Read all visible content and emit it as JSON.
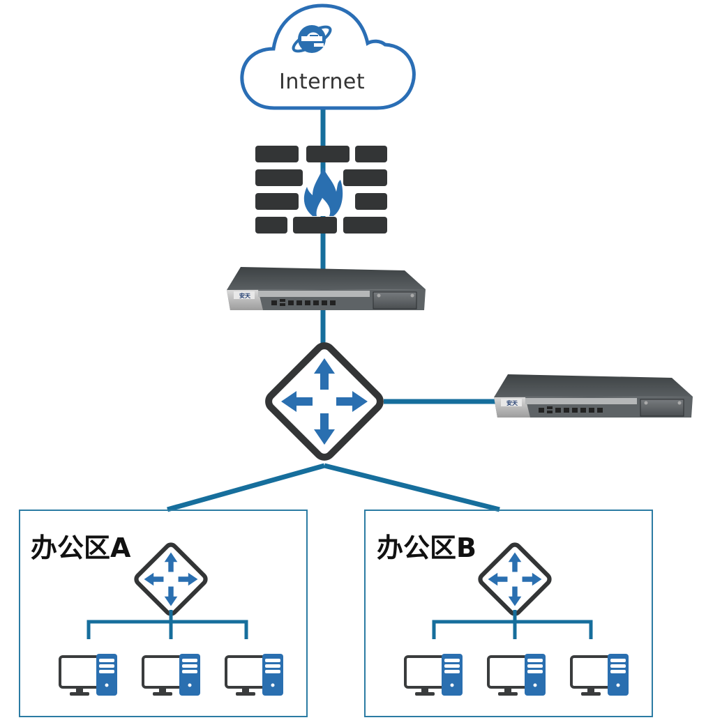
{
  "diagram": {
    "type": "network-topology",
    "colors": {
      "link": "#166e9c",
      "cloud_outline": "#2a6eb5",
      "accent_blue": "#2a6fb0",
      "dark_gray": "#333536",
      "box_border": "#2b7ba3"
    },
    "internet": {
      "label": "Internet",
      "icon": "ie-browser-icon"
    },
    "firewall": {
      "icon": "firewall-icon"
    },
    "gateway_device": {
      "brand": "安天",
      "icon": "network-appliance-icon"
    },
    "core_router": {
      "icon": "router-icon"
    },
    "side_device": {
      "brand": "安天",
      "icon": "network-appliance-icon"
    },
    "offices": [
      {
        "title": "办公区A",
        "router_icon": "router-icon",
        "pcs": [
          "pc-1",
          "pc-2",
          "pc-3"
        ]
      },
      {
        "title": "办公区B",
        "router_icon": "router-icon",
        "pcs": [
          "pc-1",
          "pc-2",
          "pc-3"
        ]
      }
    ]
  }
}
